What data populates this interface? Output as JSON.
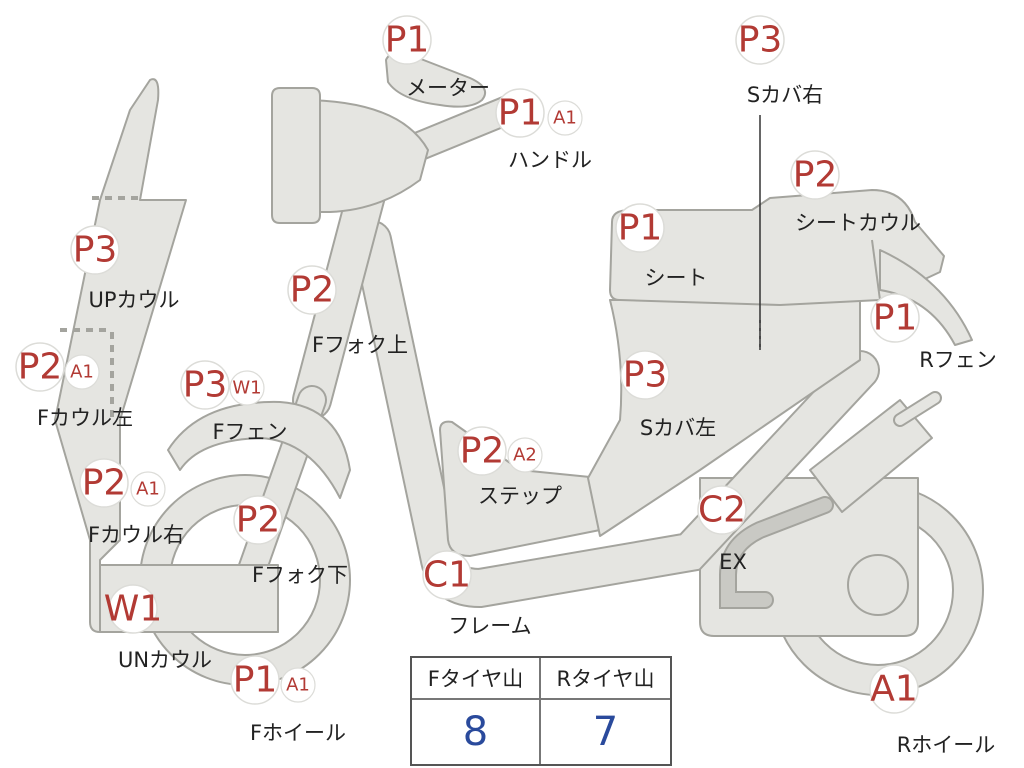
{
  "parts": [
    {
      "id": "meter",
      "name": "メーター",
      "grades": [
        "P1"
      ]
    },
    {
      "id": "handle",
      "name": "ハンドル",
      "grades": [
        "P1",
        "A1"
      ]
    },
    {
      "id": "side-cover-right",
      "name": "Sカバ右",
      "grades": [
        "P3"
      ]
    },
    {
      "id": "seat-cowl",
      "name": "シートカウル",
      "grades": [
        "P2"
      ]
    },
    {
      "id": "seat",
      "name": "シート",
      "grades": [
        "P1"
      ]
    },
    {
      "id": "up-cowl",
      "name": "UPカウル",
      "grades": [
        "P3"
      ]
    },
    {
      "id": "f-fork-upper",
      "name": "Fフォク上",
      "grades": [
        "P2"
      ]
    },
    {
      "id": "r-fender",
      "name": "Rフェン",
      "grades": [
        "P1"
      ]
    },
    {
      "id": "f-cowl-left",
      "name": "Fカウル左",
      "grades": [
        "P2",
        "A1"
      ]
    },
    {
      "id": "f-fender",
      "name": "Fフェン",
      "grades": [
        "P3",
        "W1"
      ]
    },
    {
      "id": "side-cover-left",
      "name": "Sカバ左",
      "grades": [
        "P3"
      ]
    },
    {
      "id": "step",
      "name": "ステップ",
      "grades": [
        "P2",
        "A2"
      ]
    },
    {
      "id": "f-cowl-right",
      "name": "Fカウル右",
      "grades": [
        "P2",
        "A1"
      ]
    },
    {
      "id": "f-fork-lower",
      "name": "Fフォク下",
      "grades": [
        "P2"
      ]
    },
    {
      "id": "exhaust",
      "name": "EX",
      "grades": [
        "C2"
      ]
    },
    {
      "id": "frame",
      "name": "フレーム",
      "grades": [
        "C1"
      ]
    },
    {
      "id": "un-cowl",
      "name": "UNカウル",
      "grades": [
        "W1"
      ]
    },
    {
      "id": "f-wheel",
      "name": "Fホイール",
      "grades": [
        "P1",
        "A1"
      ]
    },
    {
      "id": "r-wheel",
      "name": "Rホイール",
      "grades": [
        "A1"
      ]
    }
  ],
  "tire_table": {
    "front_header": "Fタイヤ山",
    "rear_header": "Rタイヤ山",
    "front_value": "8",
    "rear_value": "7"
  },
  "colors": {
    "grade_text": "#b23a34",
    "value_text": "#2a4a9c",
    "part_fill": "#e5e5e1",
    "part_outline": "#a4a49e"
  }
}
